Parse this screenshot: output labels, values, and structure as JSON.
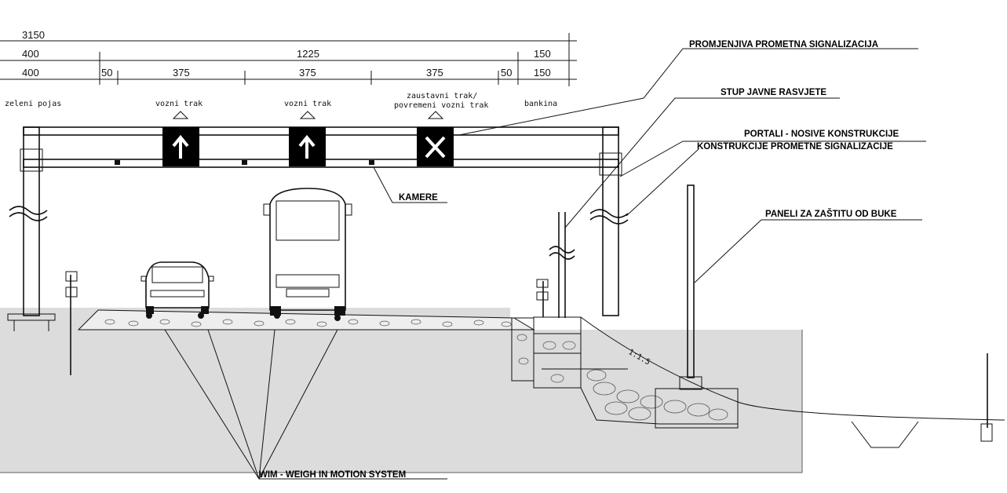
{
  "dimensions": {
    "row1": [
      "3150"
    ],
    "row2": [
      "400",
      "1225",
      "150"
    ],
    "row3": [
      "400",
      "50",
      "375",
      "375",
      "375",
      "50",
      "150"
    ]
  },
  "lanes": {
    "green_belt": "zeleni pojas",
    "lane1": "vozni trak",
    "lane2": "vozni trak",
    "lane3_line1": "zaustavni trak/",
    "lane3_line2": "povremeni vozni trak",
    "shoulder": "bankina"
  },
  "callouts": {
    "variable_signs": "PROMJENJIVA PROMETNA SIGNALIZACIJA",
    "lighting_pole": "STUP JAVNE RASVJETE",
    "portal_line1": "PORTALI - NOSIVE KONSTRUKCIJE",
    "portal_line2": "KONSTRUKCIJE PROMETNE SIGNALIZACIJE",
    "cameras": "KAMERE",
    "noise_panels": "PANELI ZA ZAŠTITU OD BUKE",
    "wim": "WIM  - WEIGH IN MOTION SYSTEM"
  },
  "slope": "1:1.5",
  "signs": [
    {
      "symbol": "arrow-up"
    },
    {
      "symbol": "arrow-up"
    },
    {
      "symbol": "x-cross"
    }
  ],
  "colors": {
    "ground": "#dcdcdc",
    "line": "#111111",
    "sign": "#000000"
  }
}
